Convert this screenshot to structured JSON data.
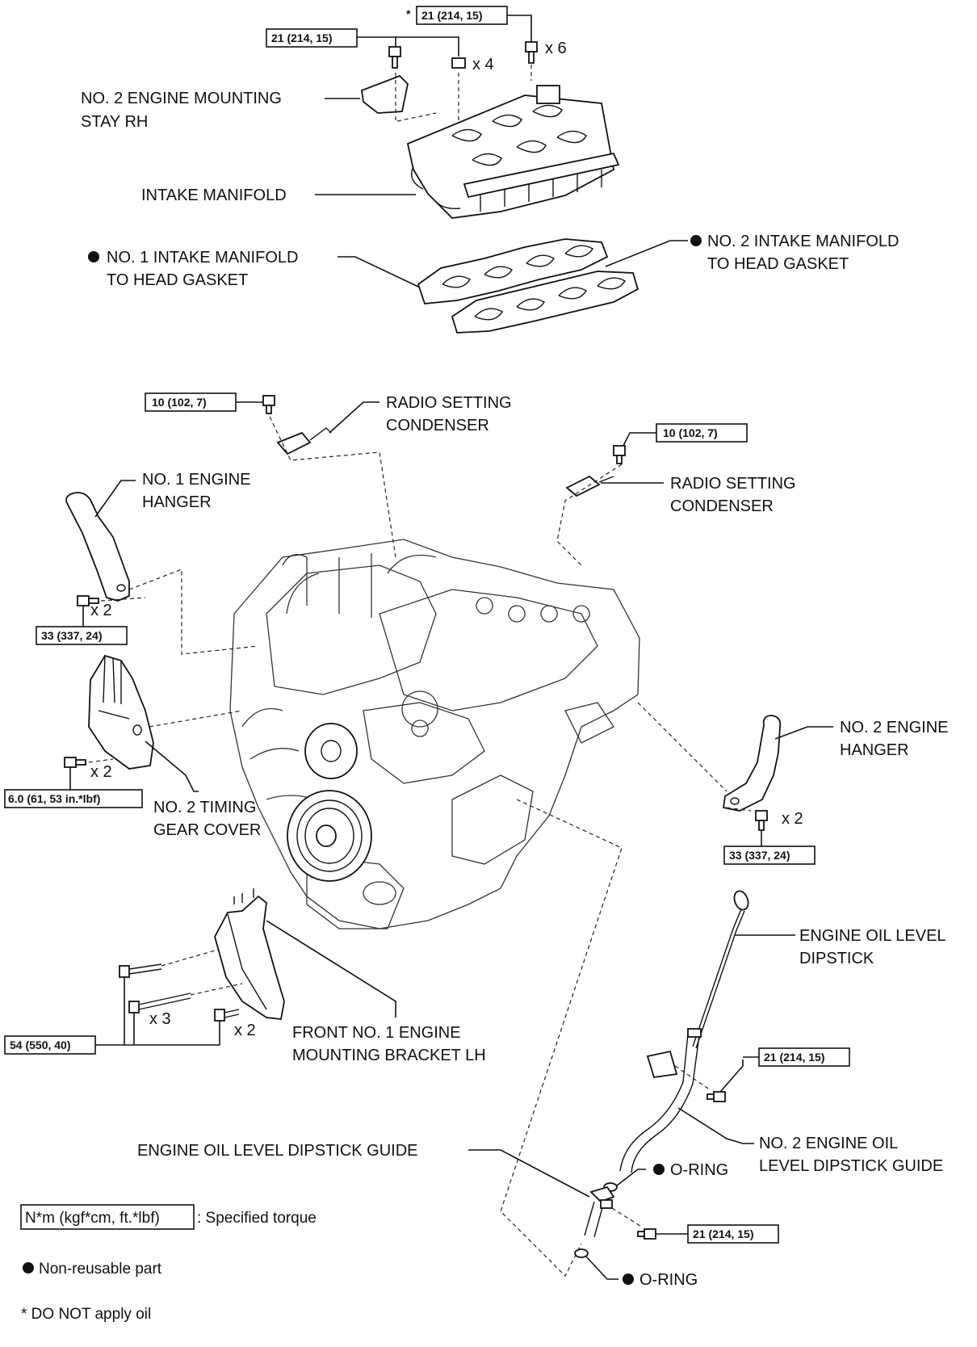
{
  "labels": {
    "stay": [
      "NO. 2 ENGINE MOUNTING",
      "STAY RH"
    ],
    "intake_manifold": "INTAKE MANIFOLD",
    "gasket1": [
      "NO. 1 INTAKE MANIFOLD",
      "TO HEAD GASKET"
    ],
    "gasket2": [
      "NO. 2 INTAKE MANIFOLD",
      "TO HEAD GASKET"
    ],
    "condenser1": [
      "RADIO SETTING",
      "CONDENSER"
    ],
    "condenser2": [
      "RADIO SETTING",
      "CONDENSER"
    ],
    "hanger1": [
      "NO. 1 ENGINE",
      "HANGER"
    ],
    "hanger2": [
      "NO. 2 ENGINE",
      "HANGER"
    ],
    "timing_cover": [
      "NO. 2 TIMING",
      "GEAR COVER"
    ],
    "bracket": [
      "FRONT NO. 1 ENGINE",
      "MOUNTING BRACKET LH"
    ],
    "dipstick": [
      "ENGINE OIL LEVEL",
      "DIPSTICK"
    ],
    "guide2": [
      "NO. 2 ENGINE OIL",
      "LEVEL DIPSTICK GUIDE"
    ],
    "guide1": "ENGINE OIL LEVEL DIPSTICK GUIDE",
    "oring1": "O-RING",
    "oring2": "O-RING"
  },
  "torques": {
    "manifold_star": "21 (214, 15)",
    "star_mark": "*",
    "stay": "21 (214, 15)",
    "cond1": "10 (102, 7)",
    "cond2": "10 (102, 7)",
    "hanger1": "33 (337, 24)",
    "hanger2": "33 (337, 24)",
    "timing": "6.0 (61, 53 in.*lbf)",
    "bracket": "54 (550, 40)",
    "guide2": "21 (214, 15)",
    "guide1": "21 (214, 15)"
  },
  "quantities": {
    "x6": "x 6",
    "x4": "x 4",
    "hanger1": "x 2",
    "timing": "x 2",
    "hanger2": "x 2",
    "x3": "x 3",
    "bracket_x2": "x 2"
  },
  "legend": {
    "torque_box": "N*m (kgf*cm, ft.*lbf)",
    "torque_text": ": Specified torque",
    "non_reusable": "Non-reusable part",
    "no_oil": "* DO NOT apply oil"
  }
}
